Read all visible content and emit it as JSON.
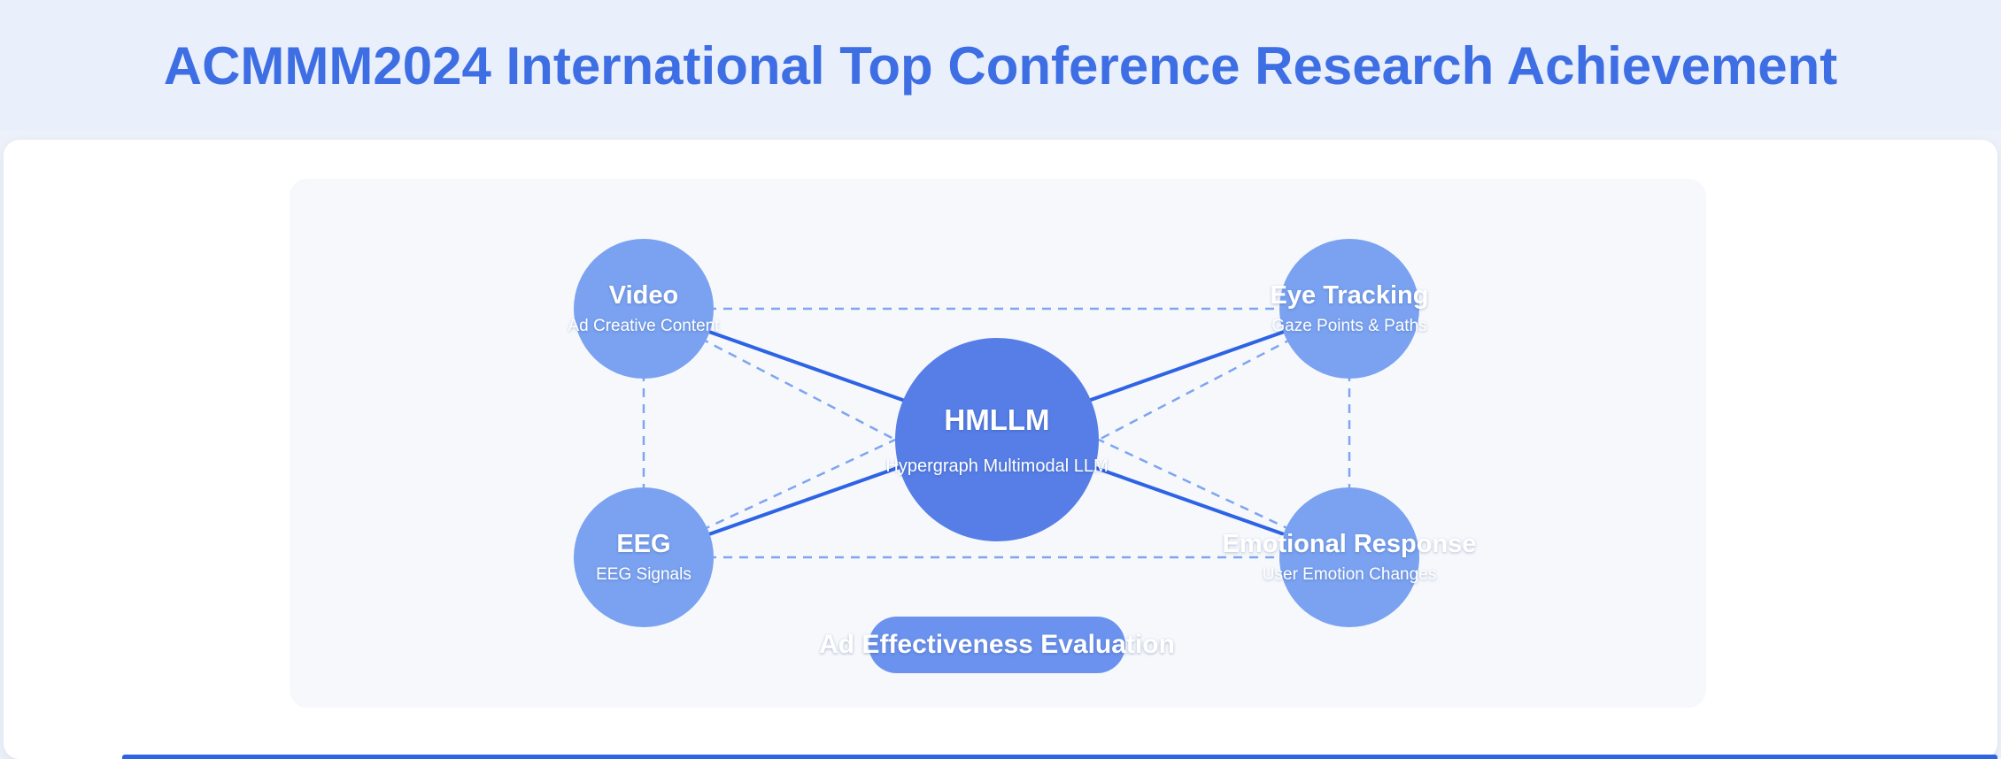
{
  "header": {
    "title": "ACMMM2024 International Top Conference Research Achievement"
  },
  "diagram": {
    "center": {
      "title": "HMLLM",
      "subtitle": "Hypergraph Multimodal LLM"
    },
    "nodes": [
      {
        "title": "Video",
        "subtitle": "Ad Creative Content"
      },
      {
        "title": "Eye Tracking",
        "subtitle": "Gaze Points & Paths"
      },
      {
        "title": "EEG",
        "subtitle": "EEG Signals"
      },
      {
        "title": "Emotional Response",
        "subtitle": "User Emotion Changes"
      }
    ],
    "pill_label": "Ad Effectiveness Evaluation"
  },
  "colors": {
    "title_blue": "#3e6ee3",
    "node_fill": "#7aa2f0",
    "center_fill": "#567ee6",
    "pill_fill": "#6b92ef",
    "solid_link": "#2d63e4",
    "dashed_link": "#7ea5f0",
    "panel_bg": "#f6f8fc",
    "header_bg": "#e9effb"
  }
}
